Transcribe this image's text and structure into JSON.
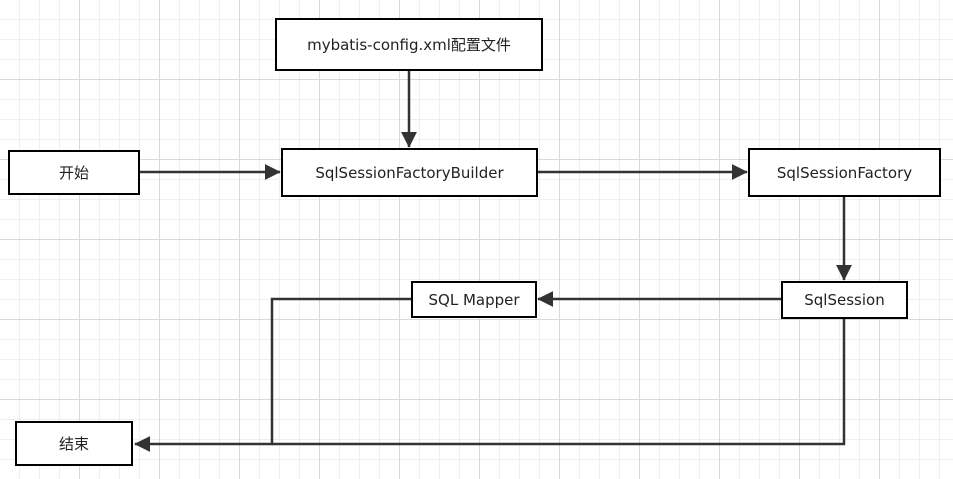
{
  "diagram": {
    "nodes": {
      "config": "mybatis-config.xml配置文件",
      "start": "开始",
      "builder": "SqlSessionFactoryBuilder",
      "factory": "SqlSessionFactory",
      "session": "SqlSession",
      "mapper": "SQL Mapper",
      "end": "结束"
    },
    "edges": [
      {
        "from": "config",
        "to": "builder"
      },
      {
        "from": "start",
        "to": "builder"
      },
      {
        "from": "builder",
        "to": "factory"
      },
      {
        "from": "factory",
        "to": "session"
      },
      {
        "from": "session",
        "to": "mapper"
      },
      {
        "from": "mapper",
        "to": "end"
      },
      {
        "from": "session",
        "to": "end"
      }
    ]
  },
  "colors": {
    "line": "#333333",
    "border": "#000000",
    "grid_major": "#d9d9d9",
    "grid_minor": "#efefef"
  }
}
